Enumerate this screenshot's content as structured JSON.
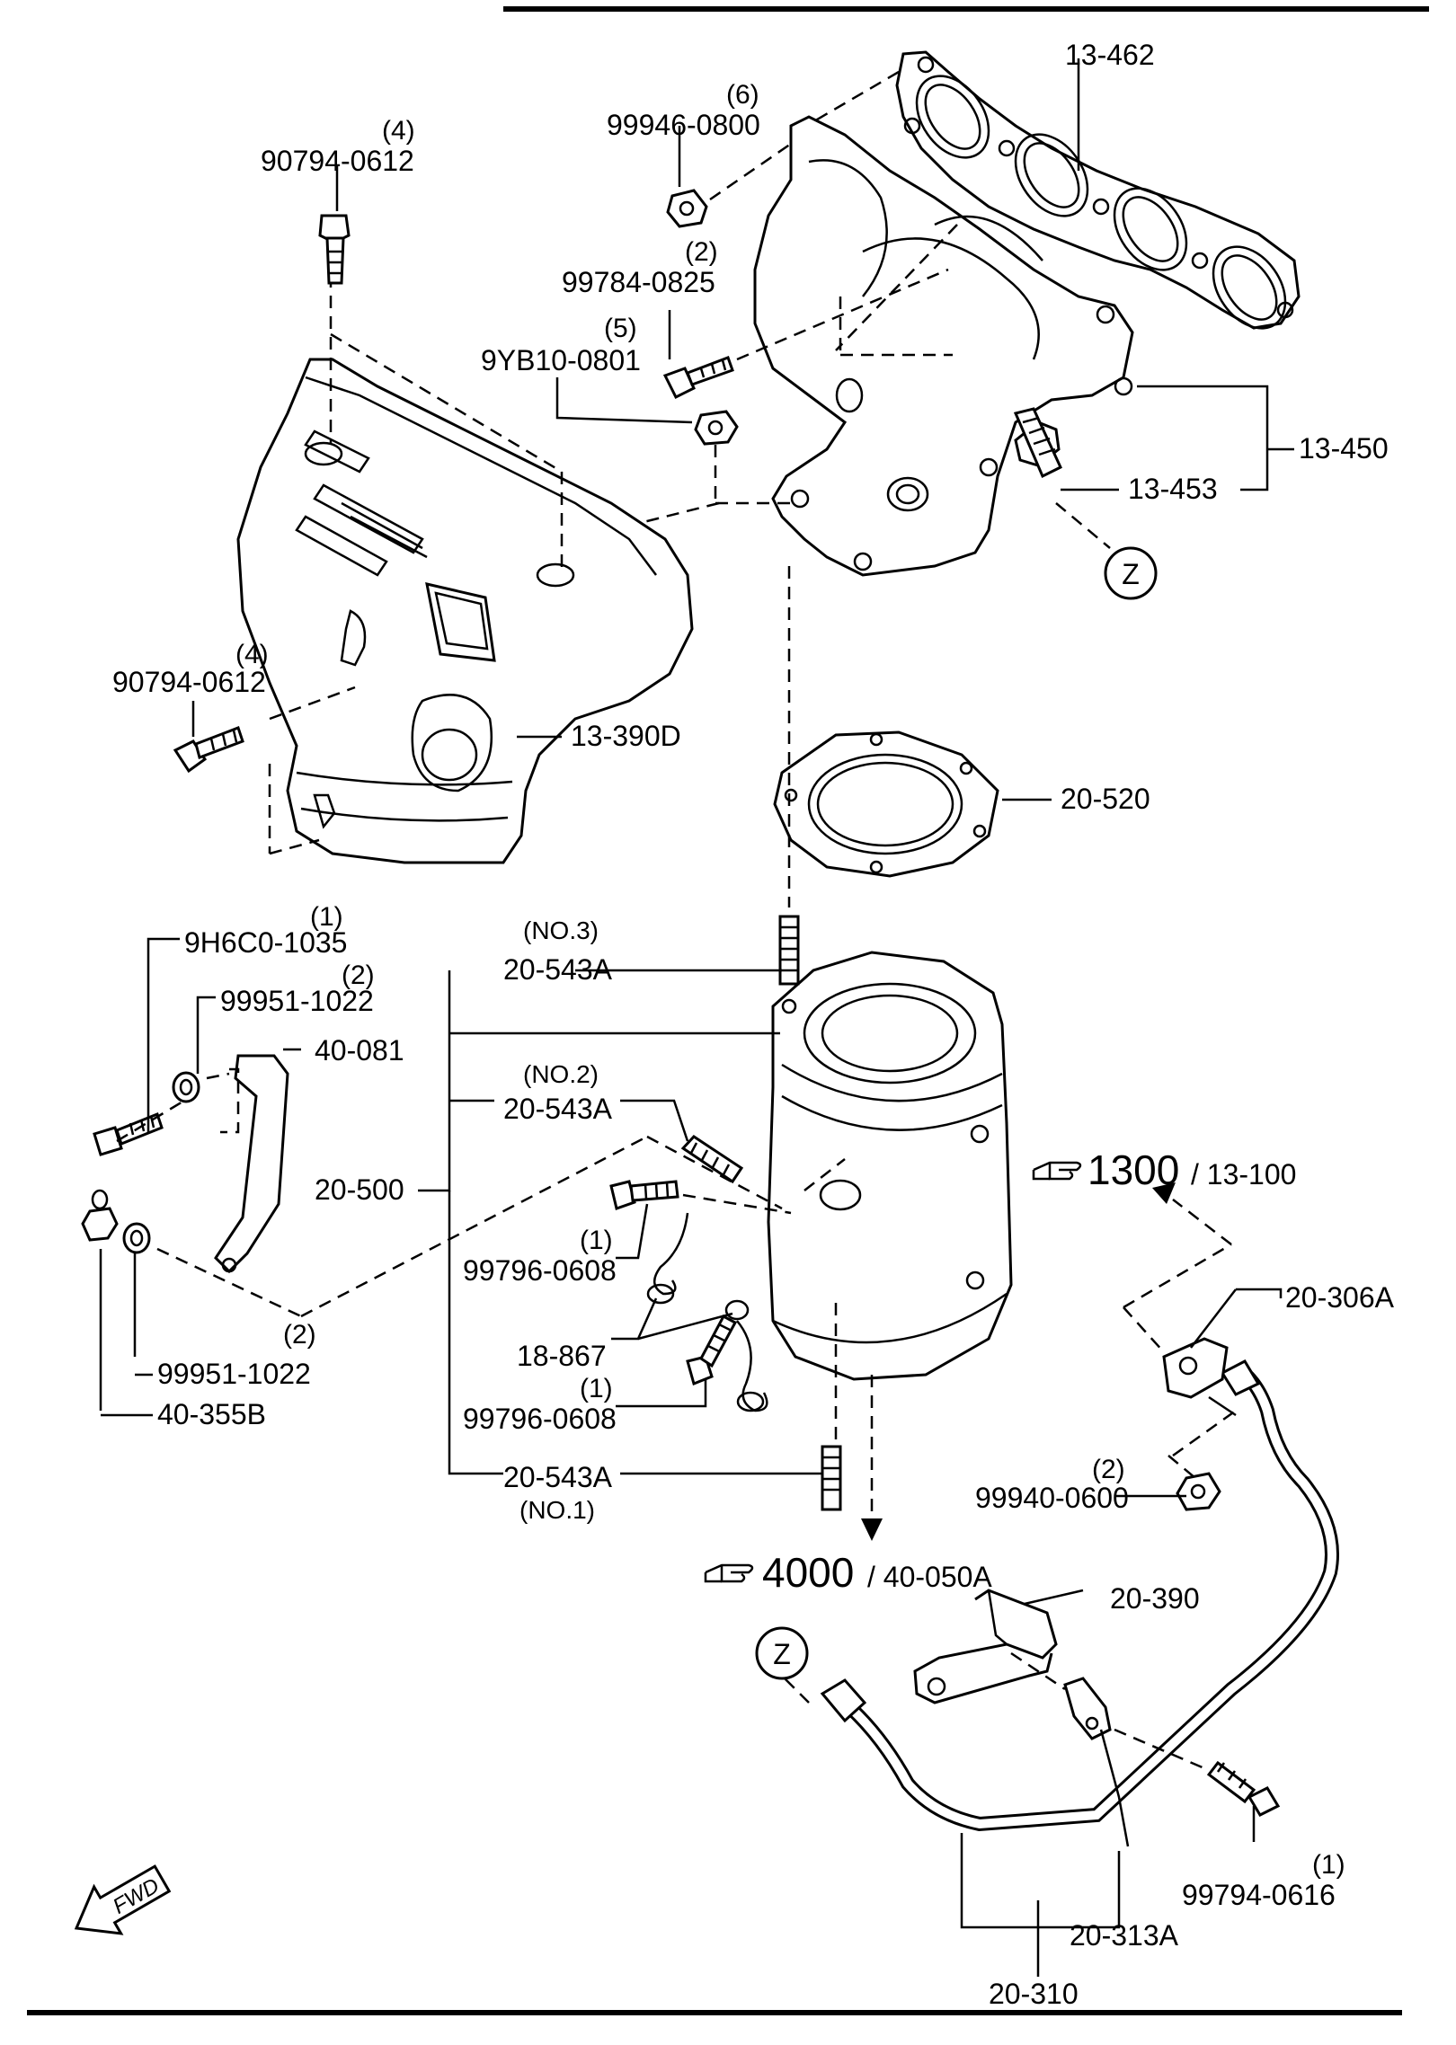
{
  "parts": {
    "p13_462": "13-462",
    "p99946": {
      "qty": "(6)",
      "num": "99946-0800"
    },
    "p90794_top": {
      "qty": "(4)",
      "num": "90794-0612"
    },
    "p99784": {
      "qty": "(2)",
      "num": "99784-0825"
    },
    "p9yb10": {
      "qty": "(5)",
      "num": "9YB10-0801"
    },
    "p13_450": "13-450",
    "p13_453": "13-453",
    "p90794_left": {
      "qty": "(4)",
      "num": "90794-0612"
    },
    "p13_390d": "13-390D",
    "p20_520": "20-520",
    "p9h6c0": {
      "qty": "(1)",
      "num": "9H6C0-1035"
    },
    "p99951_top": {
      "qty": "(2)",
      "num": "99951-1022"
    },
    "p40_081": "40-081",
    "p20_543a_no3": {
      "sub": "(NO.3)",
      "num": "20-543A"
    },
    "p20_543a_no2": {
      "sub": "(NO.2)",
      "num": "20-543A"
    },
    "p20_500": "20-500",
    "p99796_a": {
      "qty": "(1)",
      "num": "99796-0608"
    },
    "p18_867": "18-867",
    "p99796_b": {
      "qty": "(1)",
      "num": "99796-0608"
    },
    "p99951_bot": {
      "qty": "(2)",
      "num": "99951-1022"
    },
    "p40_355b": "40-355B",
    "p20_543a_no1": {
      "sub": "(NO.1)",
      "num": "20-543A"
    },
    "p20_306a": "20-306A",
    "p99940": {
      "qty": "(2)",
      "num": "99940-0600"
    },
    "p20_390": "20-390",
    "p99794": {
      "qty": "(1)",
      "num": "99794-0616"
    },
    "p20_313a": "20-313A",
    "p20_310": "20-310",
    "qty_bracket_2": "(2)"
  },
  "refs": {
    "ref1300": {
      "big": "1300",
      "small": "/ 13-100"
    },
    "ref4000": {
      "big": "4000",
      "small": "/ 40-050A"
    }
  },
  "markers": {
    "z_top": "Z",
    "z_bottom": "Z"
  },
  "fwd": "FWD",
  "icons": {
    "pointing_hand": "pointing-hand-icon",
    "fwd_arrow": "fwd-arrow-icon"
  }
}
